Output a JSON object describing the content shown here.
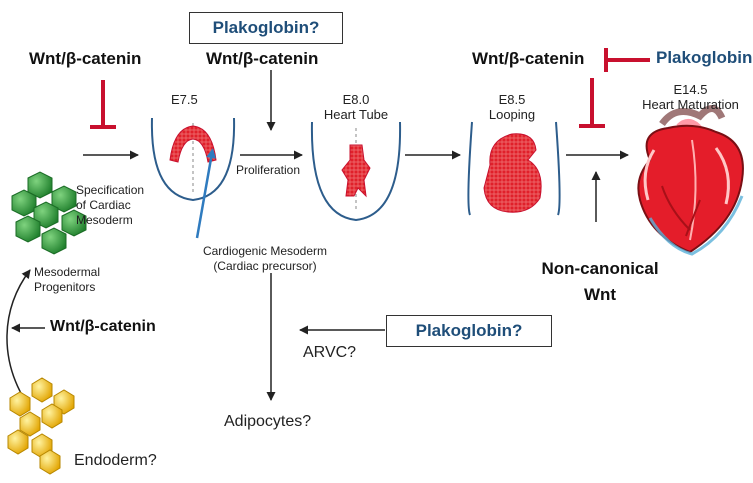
{
  "pathway": {
    "wnt_left": "Wnt/β-catenin",
    "wnt_top": "Wnt/β-catenin",
    "wnt_right": "Wnt/β-catenin",
    "wnt_bottom_left": "Wnt/β-catenin",
    "non_canonical_line1": "Non-canonical",
    "non_canonical_line2": "Wnt",
    "plakoglobin_top": "Plakoglobin?",
    "plakoglobin_right": "Plakoglobin?",
    "plakoglobin_middle": "Plakoglobin?"
  },
  "stages": {
    "e75": "E7.5",
    "e80": "E8.0",
    "e80_name": "Heart Tube",
    "e85": "E8.5",
    "e85_name": "Looping",
    "e145": "E14.5",
    "e145_name": "Heart Maturation"
  },
  "labels": {
    "specification_1": "Specification",
    "specification_2": "of Cardiac",
    "specification_3": "Mesoderm",
    "mesodermal_1": "Mesodermal",
    "mesodermal_2": "Progenitors",
    "proliferation": "Proliferation",
    "cardiogenic_1": "Cardiogenic Mesoderm",
    "cardiogenic_2": "(Cardiac precursor)",
    "arvc": "ARVC?",
    "adipocytes": "Adipocytes?",
    "endoderm": "Endoderm?"
  },
  "colors": {
    "inhibit_red": "#c8102e",
    "heart_red": "#e0202a",
    "mesoderm_green": "#2e9b3a",
    "endoderm_yellow": "#f2c21b",
    "embryo_blue": "#2d5d8c",
    "plakoglobin_blue": "#1f4e79"
  }
}
